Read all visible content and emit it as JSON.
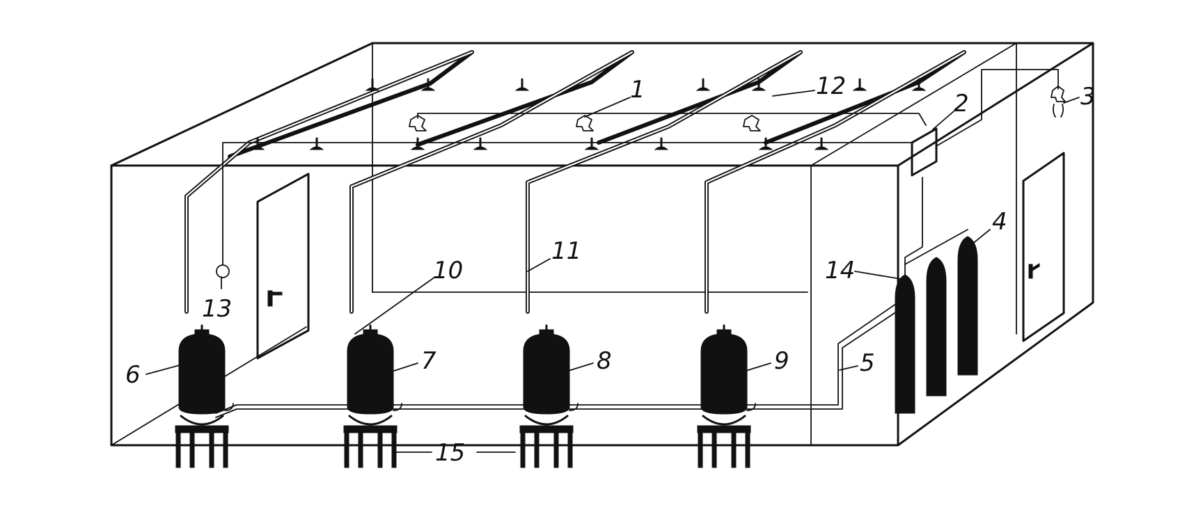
{
  "figure": {
    "labels": [
      "1",
      "2",
      "3",
      "4",
      "5",
      "6",
      "7",
      "8",
      "9",
      "10",
      "11",
      "12",
      "13",
      "14",
      "15"
    ]
  },
  "colors": {
    "ink": "#111111",
    "paper": "#ffffff"
  },
  "icons": [
    "sprinkler-nozzle-icon",
    "smoke-detector-icon",
    "door-handle-icon",
    "gas-cylinder-icon",
    "storage-tank-icon"
  ]
}
